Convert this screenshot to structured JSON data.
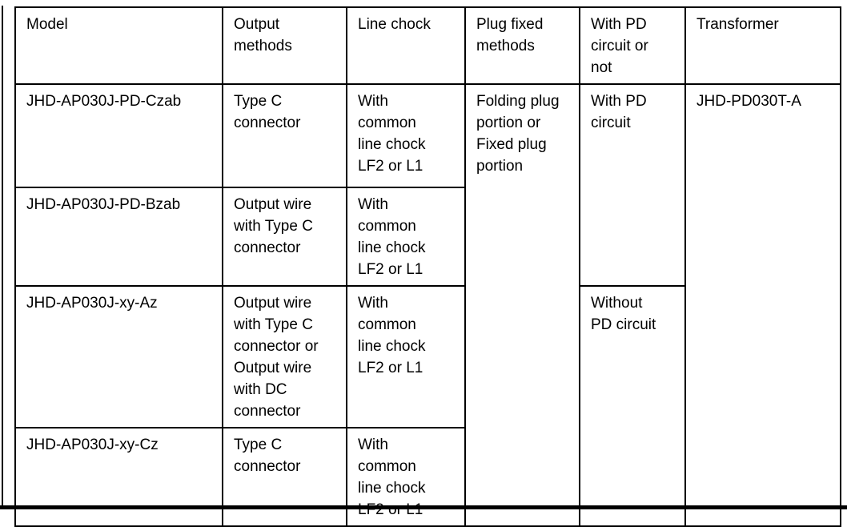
{
  "page": {
    "background": "#ffffff",
    "line_color": "#000000"
  },
  "table": {
    "headers": {
      "model": "Model",
      "output": "Output\nmethods",
      "chock": "Line chock",
      "plug": "Plug fixed\nmethods",
      "pd": "With PD\ncircuit or\nnot",
      "transformer": "Transformer"
    },
    "rows": [
      {
        "model": "JHD-AP030J-PD-Czab",
        "output": "Type C\nconnector",
        "chock": "With\ncommon\nline chock\nLF2 or L1"
      },
      {
        "model": "JHD-AP030J-PD-Bzab",
        "output": "Output wire\nwith Type C\nconnector",
        "chock": "With\ncommon\nline chock\nLF2 or L1"
      },
      {
        "model": "JHD-AP030J-xy-Az",
        "output": "Output wire\nwith Type C\nconnector or\nOutput wire\nwith DC\nconnector",
        "chock": "With\ncommon\nline chock\nLF2 or L1"
      },
      {
        "model": "JHD-AP030J-xy-Cz",
        "output": "Type C\nconnector",
        "chock": "With\ncommon\nline chock\nLF2 or L1"
      }
    ],
    "merged": {
      "plug_fixed": "Folding plug\nportion or\nFixed plug\nportion",
      "pd_with": "With PD\ncircuit",
      "pd_without": "Without\nPD circuit",
      "transformer": "JHD-PD030T-A"
    }
  }
}
